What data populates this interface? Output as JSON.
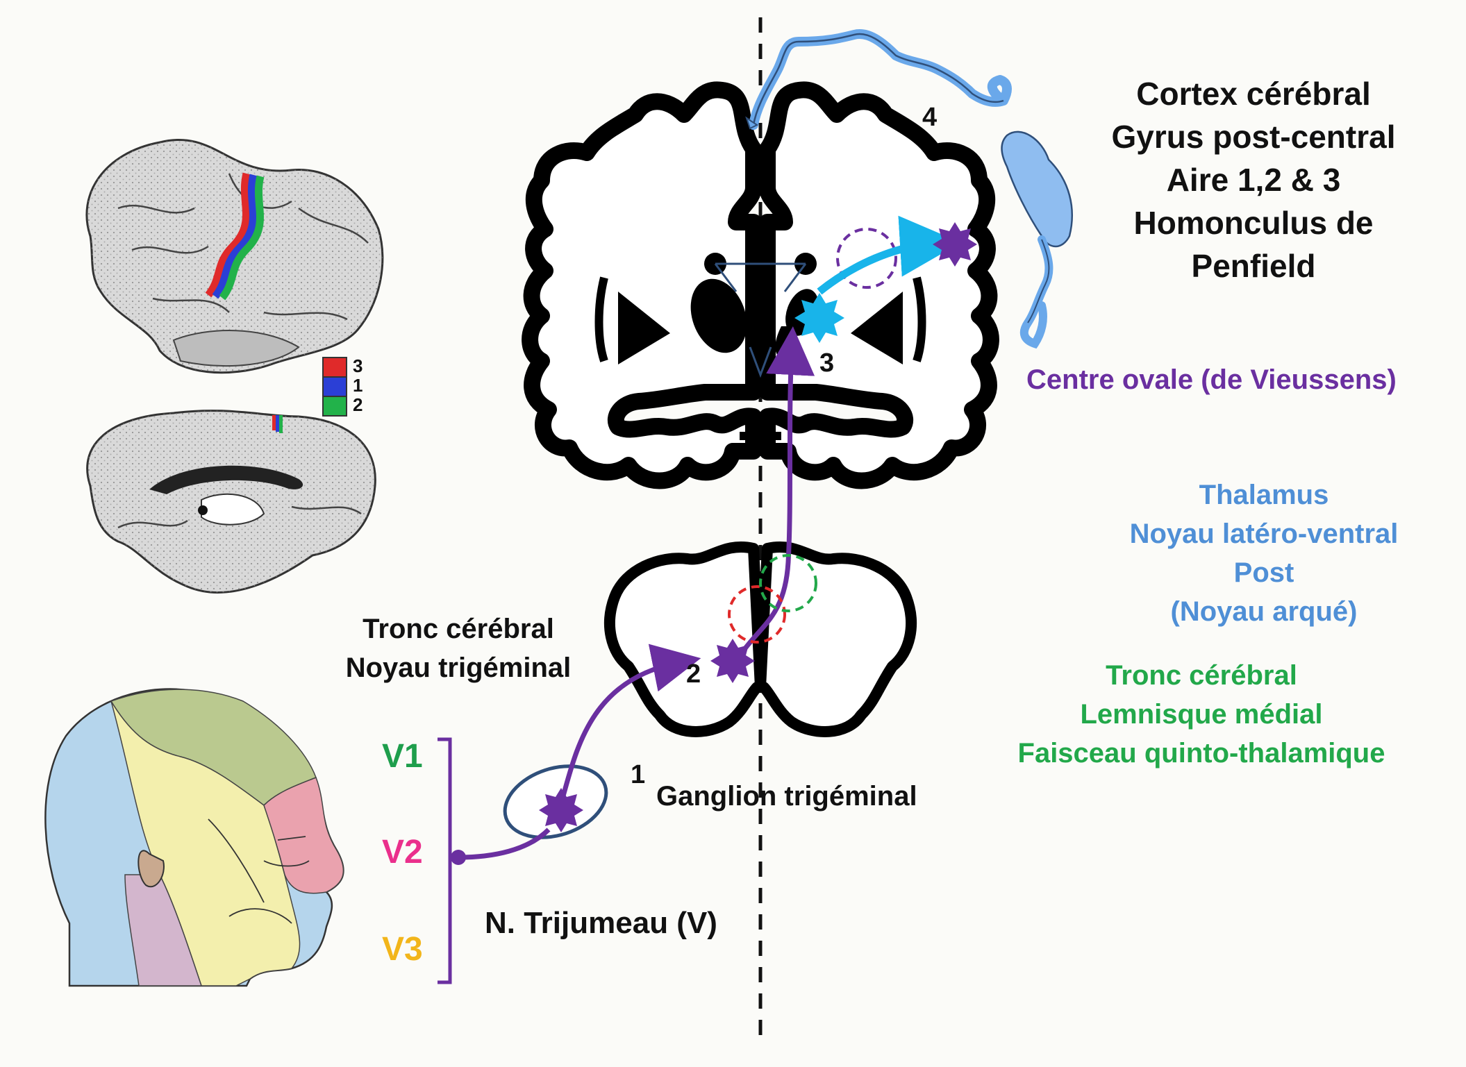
{
  "colors": {
    "pathway": "#6a2fa0",
    "thalamus_text": "#4f8fd6",
    "brainstem_text": "#22a84a",
    "v1": "#1e9e4c",
    "v2": "#ea2f8c",
    "v3": "#f2b51a",
    "cyan_arrow": "#18b4ea",
    "homunculus": "#6aa8ea",
    "ganglion_outline": "#2f4f7a",
    "area3": "#e02a2a",
    "area1": "#2b3fd6",
    "area2": "#22b24a"
  },
  "labels": {
    "cortex": [
      "Cortex cérébral",
      "Gyrus post-central",
      "Aire 1,2 & 3",
      "Homonculus de",
      "Penfield"
    ],
    "centre_ovale": "Centre ovale (de Vieussens)",
    "thalamus": [
      "Thalamus",
      "Noyau latéro-ventral",
      "Post",
      "(Noyau arqué)"
    ],
    "brainstem_tract": [
      "Tronc cérébral",
      "Lemnisque médial",
      "Faisceau quinto-thalamique"
    ],
    "brainstem_nucleus": [
      "Tronc cérébral",
      "Noyau trigéminal"
    ],
    "ganglion": "Ganglion trigéminal",
    "nerve": "N. Trijumeau (V)",
    "branches": [
      "V1",
      "V2",
      "V3"
    ],
    "stations": [
      "1",
      "2",
      "3",
      "4"
    ],
    "legend": [
      "3",
      "1",
      "2"
    ]
  },
  "icons": [
    "brain-lateral-icon",
    "brain-medial-icon",
    "head-dermatome-icon",
    "homunculus-icon",
    "neuron-star-icon"
  ]
}
